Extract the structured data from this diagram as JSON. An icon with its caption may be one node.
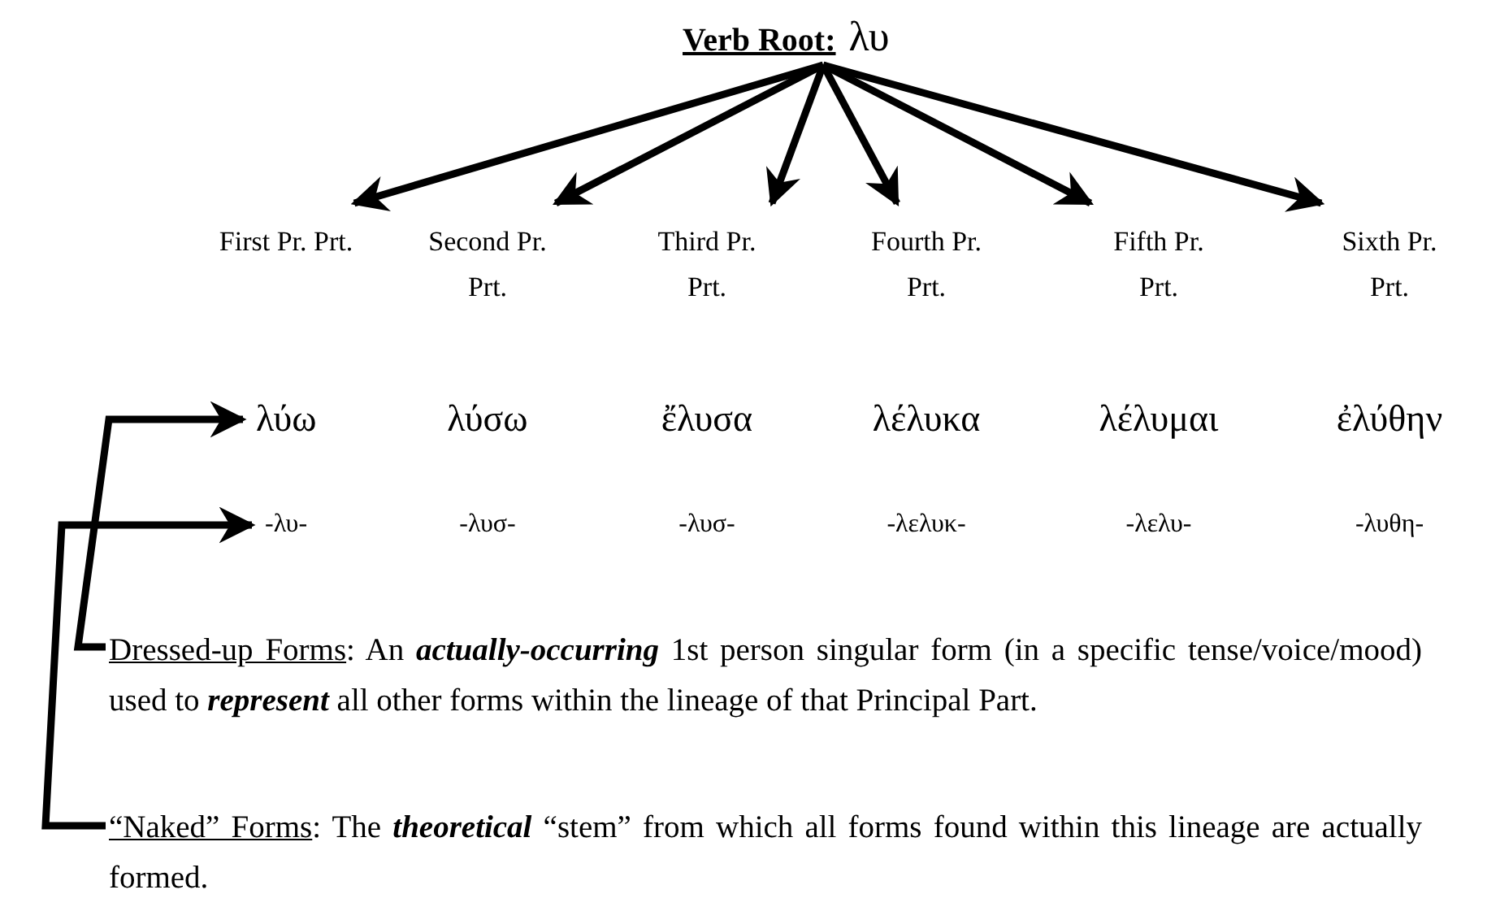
{
  "diagram": {
    "nodes": [
      {
        "text": [
          "Verb Root:",
          "λυ"
        ]
      },
      {
        "text": [
          "First Pr. Prt."
        ]
      },
      {
        "text": [
          "Second Pr. Prt."
        ]
      },
      {
        "text": [
          "Third Pr. Prt."
        ]
      },
      {
        "text": [
          "Fourth Pr. Prt."
        ]
      },
      {
        "text": [
          "Fifth Pr. Prt."
        ]
      },
      {
        "text": [
          "Sixth Pr. Prt."
        ]
      },
      {
        "text": [
          "λύω"
        ]
      },
      {
        "text": [
          "-λυ-"
        ]
      },
      {
        "text": [
          "Dressed-up Forms",
          ":  An **actually-occurring** 1st person singular form (in a specific tense/voice/mood) used to **represent** all other forms within the lineage of that Principal Part."
        ]
      },
      {
        "text": [
          "“Naked” Forms",
          ":  The **theoretical** “stem” from which all forms found within this lineage are actually formed."
        ]
      }
    ],
    "edges": [
      {
        "from": 0,
        "to": 1,
        "arrow": "to"
      },
      {
        "from": 0,
        "to": 2,
        "arrow": "to"
      },
      {
        "from": 0,
        "to": 3,
        "arrow": "to"
      },
      {
        "from": 0,
        "to": 4,
        "arrow": "to"
      },
      {
        "from": 0,
        "to": 5,
        "arrow": "to"
      },
      {
        "from": 0,
        "to": 6,
        "arrow": "to"
      },
      {
        "from": 9,
        "to": 7,
        "arrow": "to"
      },
      {
        "from": 10,
        "to": 8,
        "arrow": "to"
      }
    ],
    "labels": [
      "λύσω",
      "ἔλυσα",
      "λέλυκα",
      "λέλυμαι",
      "ἐλύθην",
      "-λυσ-",
      "-λυσ-",
      "-λελυκ-",
      "-λελυ-",
      "-λυθη-"
    ]
  }
}
